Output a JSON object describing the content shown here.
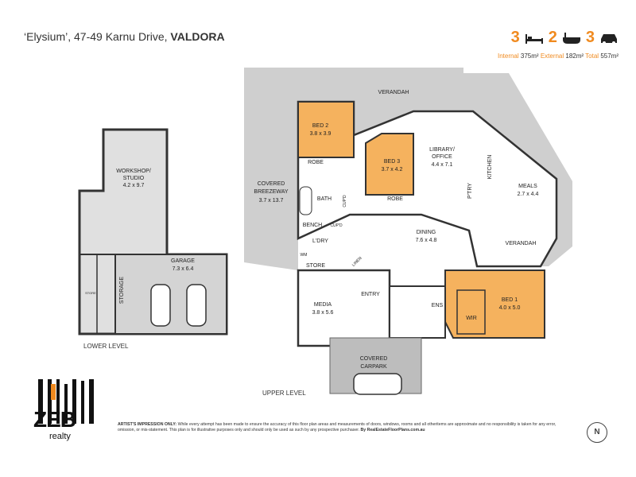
{
  "header": {
    "title_prefix": "‘Elysium’, 47-49 Karnu Drive, ",
    "title_suburb": "VALDORA",
    "beds": "3",
    "baths": "2",
    "cars": "3",
    "internal_label": "Internal",
    "internal_value": "375m²",
    "external_label": "External",
    "external_value": "182m²",
    "total_label": "Total",
    "total_value": "557m²"
  },
  "levels": {
    "lower": "LOWER LEVEL",
    "upper": "UPPER LEVEL"
  },
  "rooms": {
    "workshop_name": "WORKSHOP/",
    "workshop_name2": "STUDIO",
    "workshop_dim": "4.2 x 9.7",
    "garage_name": "GARAGE",
    "garage_dim": "7.3 x 6.4",
    "storage": "STORAGE",
    "store_small": "STORE",
    "verandah_top": "VERANDAH",
    "bed2_name": "BED 2",
    "bed2_dim": "3.8 x 3.9",
    "robe1": "ROBE",
    "bed3_name": "BED 3",
    "bed3_dim": "3.7 x 4.2",
    "robe2": "ROBE",
    "library_name": "LIBRARY/",
    "library_name2": "OFFICE",
    "library_dim": "4.4 x 7.1",
    "kitchen": "KITCHEN",
    "ptry": "P'TRY",
    "meals_name": "MEALS",
    "meals_dim": "2.7 x 4.4",
    "breezeway_name": "COVERED",
    "breezeway_name2": "BREEZEWAY",
    "breezeway_dim": "3.7 x 13.7",
    "bath": "BATH",
    "cupd1": "CUP'D",
    "bench": "BENCH",
    "cupd2": "CUP'D",
    "ldry": "L'DRY",
    "wm": "WM",
    "store": "STORE",
    "linen": "LINEN",
    "dining_name": "DINING",
    "dining_dim": "7.6 x 4.8",
    "verandah_right": "VERANDAH",
    "entry": "ENTRY",
    "media_name": "MEDIA",
    "media_dim": "3.8 x 5.6",
    "ens": "ENS",
    "wir": "WIR",
    "bed1_name": "BED 1",
    "bed1_dim": "4.0 x 5.0",
    "carpark_name": "COVERED",
    "carpark_name2": "CARPARK"
  },
  "logo": {
    "word": "ZEB",
    "sub": "realty"
  },
  "footer": {
    "lead": "ARTIST'S IMPRESSION ONLY:",
    "text": " While every attempt has been made to ensure the accuracy of this floor plan areas and measurements of doors, windows, rooms and all otheritems are approximate and no responsibility is taken for any error, omission, or mis-statement. This plan is for illustrative purposes only and should only be used as such by any prospective purchaser.",
    "credit": " By RealEstateFloorPlans.com.au"
  },
  "compass": "N",
  "colors": {
    "accent": "#f08a1f",
    "bedroom": "#f5b25e",
    "verandah": "#c8c8c8",
    "wall": "#333333"
  }
}
